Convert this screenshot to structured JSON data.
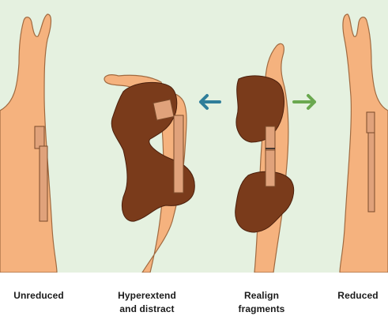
{
  "steps": [
    {
      "label": "Unreduced"
    },
    {
      "label_line1": "Hyperextend",
      "label_line2": "and distract"
    },
    {
      "label_line1": "Realign",
      "label_line2": "fragments"
    },
    {
      "label": "Reduced"
    }
  ],
  "arrows": {
    "left_arrow_color": "#2f7e9a",
    "right_arrow_color": "#6aa84f"
  },
  "colors": {
    "background": "#e5f1e0",
    "skin": "#f5b27e",
    "skin_outline": "#a06a40",
    "bone": "#e0a27b",
    "hand": "#7a3b1b",
    "hand_outline": "#4b1f0c"
  }
}
